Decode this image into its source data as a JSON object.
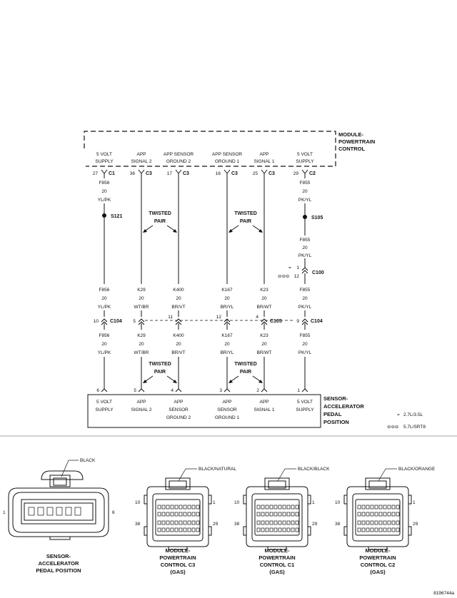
{
  "pcm_module": {
    "title": [
      "MODULE-",
      "POWERTRAIN",
      "CONTROL"
    ]
  },
  "pcm_pins": [
    {
      "label": [
        "5 VOLT",
        "SUPPLY"
      ],
      "pin": "27",
      "conn": "C1"
    },
    {
      "label": [
        "APP",
        "SIGNAL 2"
      ],
      "pin": "36",
      "conn": "C3"
    },
    {
      "label": [
        "APP SENSOR",
        "GROUND 2"
      ],
      "pin": "17",
      "conn": "C3"
    },
    {
      "label": [
        "APP SENSOR",
        "GROUND 1"
      ],
      "pin": "16",
      "conn": "C3"
    },
    {
      "label": [
        "APP",
        "SIGNAL 1"
      ],
      "pin": "25",
      "conn": "C3"
    },
    {
      "label": [
        "5 VOLT",
        "SUPPLY"
      ],
      "pin": "29",
      "conn": "C2"
    }
  ],
  "wire_top": [
    {
      "circuit": "F856",
      "gauge": "20",
      "color": "YL/PK"
    },
    {
      "circuit": "F855",
      "gauge": "20",
      "color": "PK/YL"
    }
  ],
  "splices": [
    {
      "name": "S121"
    },
    {
      "name": "S105"
    }
  ],
  "wire_f855_mid": {
    "circuit": "F855",
    "gauge": "20",
    "color": "PK/YL"
  },
  "twisted_pair": {
    "line1": "TWISTED",
    "line2": "PAIR"
  },
  "c100": {
    "name": "C100",
    "pin_top": "1",
    "pin_bottom": "12",
    "mark_top": "=",
    "mark_bottom": "⊖⊖⊖"
  },
  "wires_above_c104": [
    {
      "circuit": "F856",
      "gauge": "20",
      "color": "YL/PK"
    },
    {
      "circuit": "K29",
      "gauge": "20",
      "color": "WT/BR"
    },
    {
      "circuit": "K400",
      "gauge": "20",
      "color": "BR/VT"
    },
    {
      "circuit": "K167",
      "gauge": "20",
      "color": "BR/YL"
    },
    {
      "circuit": "K23",
      "gauge": "20",
      "color": "BR/WT"
    },
    {
      "circuit": "F855",
      "gauge": "20",
      "color": "PK/YL"
    }
  ],
  "inline_connectors": {
    "left_name": "C104",
    "mid_name": "C105",
    "right_name": "C104",
    "pins": [
      "10",
      "5",
      "11",
      "12",
      "4",
      "9"
    ]
  },
  "wires_below_c104": [
    {
      "circuit": "F856",
      "gauge": "20",
      "color": "YL/PK"
    },
    {
      "circuit": "K29",
      "gauge": "20",
      "color": "WT/BR"
    },
    {
      "circuit": "K400",
      "gauge": "20",
      "color": "BR/VT"
    },
    {
      "circuit": "K167",
      "gauge": "20",
      "color": "BR/YL"
    },
    {
      "circuit": "K23",
      "gauge": "20",
      "color": "BR/WT"
    },
    {
      "circuit": "F855",
      "gauge": "20",
      "color": "PK/YL"
    }
  ],
  "sensor_pins": [
    {
      "pin": "6",
      "label": [
        "5 VOLT",
        "SUPPLY"
      ]
    },
    {
      "pin": "5",
      "label": [
        "APP",
        "SIGNAL 2"
      ]
    },
    {
      "pin": "4",
      "label": [
        "APP",
        "SENSOR",
        "GROUND 2"
      ]
    },
    {
      "pin": "3",
      "label": [
        "APP",
        "SENSOR",
        "GROUND 1"
      ]
    },
    {
      "pin": "2",
      "label": [
        "APP",
        "SIGNAL 1"
      ]
    },
    {
      "pin": "1",
      "label": [
        "5 VOLT",
        "SUPPLY"
      ]
    }
  ],
  "sensor_module": {
    "title": [
      "SENSOR-",
      "ACCELERATOR",
      "PEDAL",
      "POSITION"
    ]
  },
  "legend": [
    {
      "symbol": "=",
      "text": "2.7L/3.5L"
    },
    {
      "symbol": "⊖⊖⊖",
      "text": "5.7L/SRT8"
    }
  ],
  "connector_views": [
    {
      "color": "BLACK",
      "pins": [
        "1",
        "6"
      ],
      "caption": [
        "SENSOR-",
        "ACCELERATOR",
        "PEDAL POSITION"
      ]
    },
    {
      "color": "BLACK/NATURAL",
      "pins": [
        "10",
        "1",
        "38",
        "29"
      ],
      "caption": [
        "MODULE-",
        "POWERTRAIN",
        "CONTROL C3",
        "(GAS)"
      ]
    },
    {
      "color": "BLACK/BLACK",
      "pins": [
        "10",
        "1",
        "38",
        "29"
      ],
      "caption": [
        "MODULE-",
        "POWERTRAIN",
        "CONTROL C1",
        "(GAS)"
      ]
    },
    {
      "color": "BLACK/ORANGE",
      "pins": [
        "10",
        "1",
        "38",
        "29"
      ],
      "caption": [
        "MODULE-",
        "POWERTRAIN",
        "CONTROL C2",
        "(GAS)"
      ]
    }
  ],
  "figure_id": "8196744a"
}
